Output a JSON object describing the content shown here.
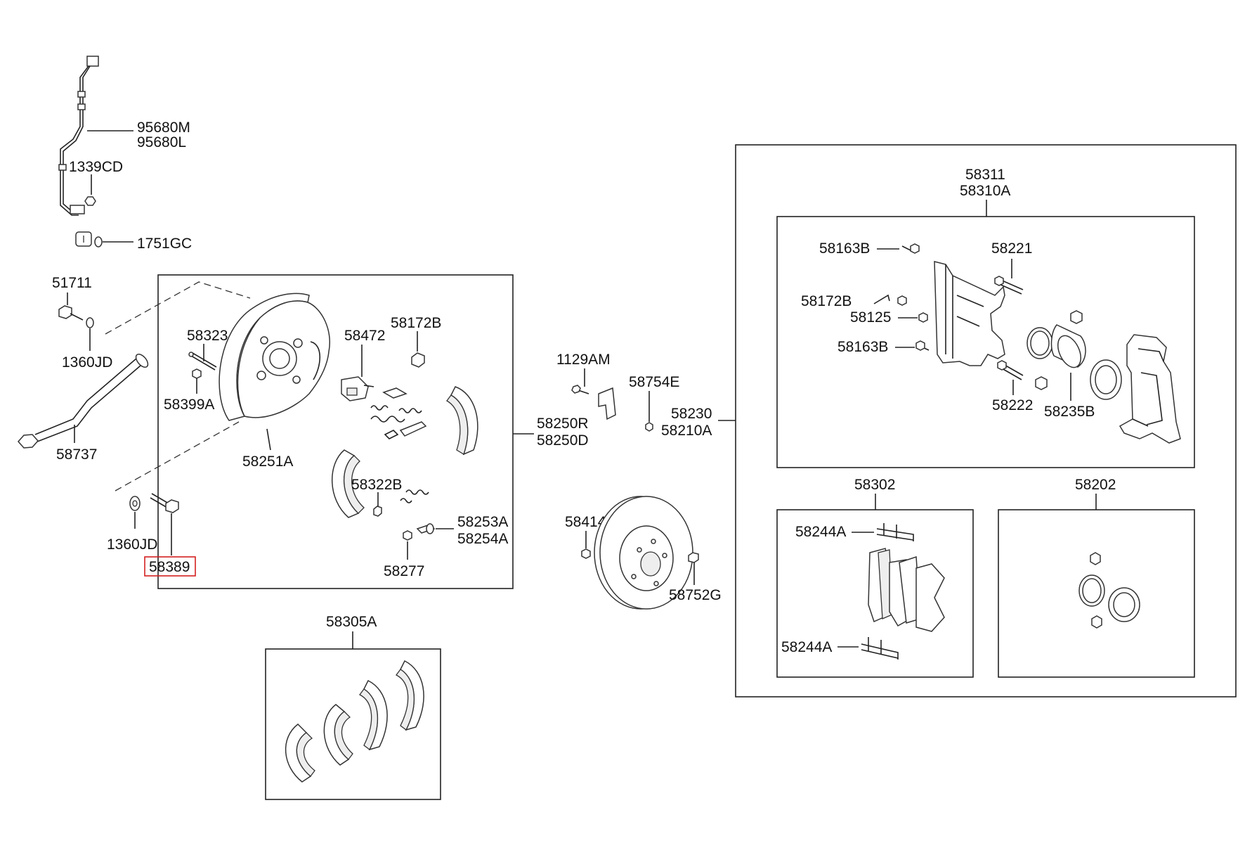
{
  "highlight_color": "#d42020",
  "callouts": {
    "c95680m": "95680M",
    "c95680l": "95680L",
    "c1339cd": "1339CD",
    "c1751gc": "1751GC",
    "c51711": "51711",
    "c1360jd_top": "1360JD",
    "c58737": "58737",
    "c1360jd_bot": "1360JD",
    "c58389": "58389",
    "c58323": "58323",
    "c58399a": "58399A",
    "c58251a": "58251A",
    "c58472": "58472",
    "c58172b": "58172B",
    "c58322b": "58322B",
    "c58253a": "58253A",
    "c58254a": "58254A",
    "c58277": "58277",
    "c58250r": "58250R",
    "c58250d": "58250D",
    "c1129am": "1129AM",
    "c58754e": "58754E",
    "c58230": "58230",
    "c58210a": "58210A",
    "c58414": "58414",
    "c58752g": "58752G",
    "c58305a": "58305A",
    "c58311": "58311",
    "c58310a": "58310A",
    "c58163b_top": "58163B",
    "c58172b_cal": "58172B",
    "c58125": "58125",
    "c58163b_bot": "58163B",
    "c58221": "58221",
    "c58222": "58222",
    "c58235b": "58235B",
    "c58302": "58302",
    "c58244a_top": "58244A",
    "c58244a_bot": "58244A",
    "c58202": "58202"
  }
}
